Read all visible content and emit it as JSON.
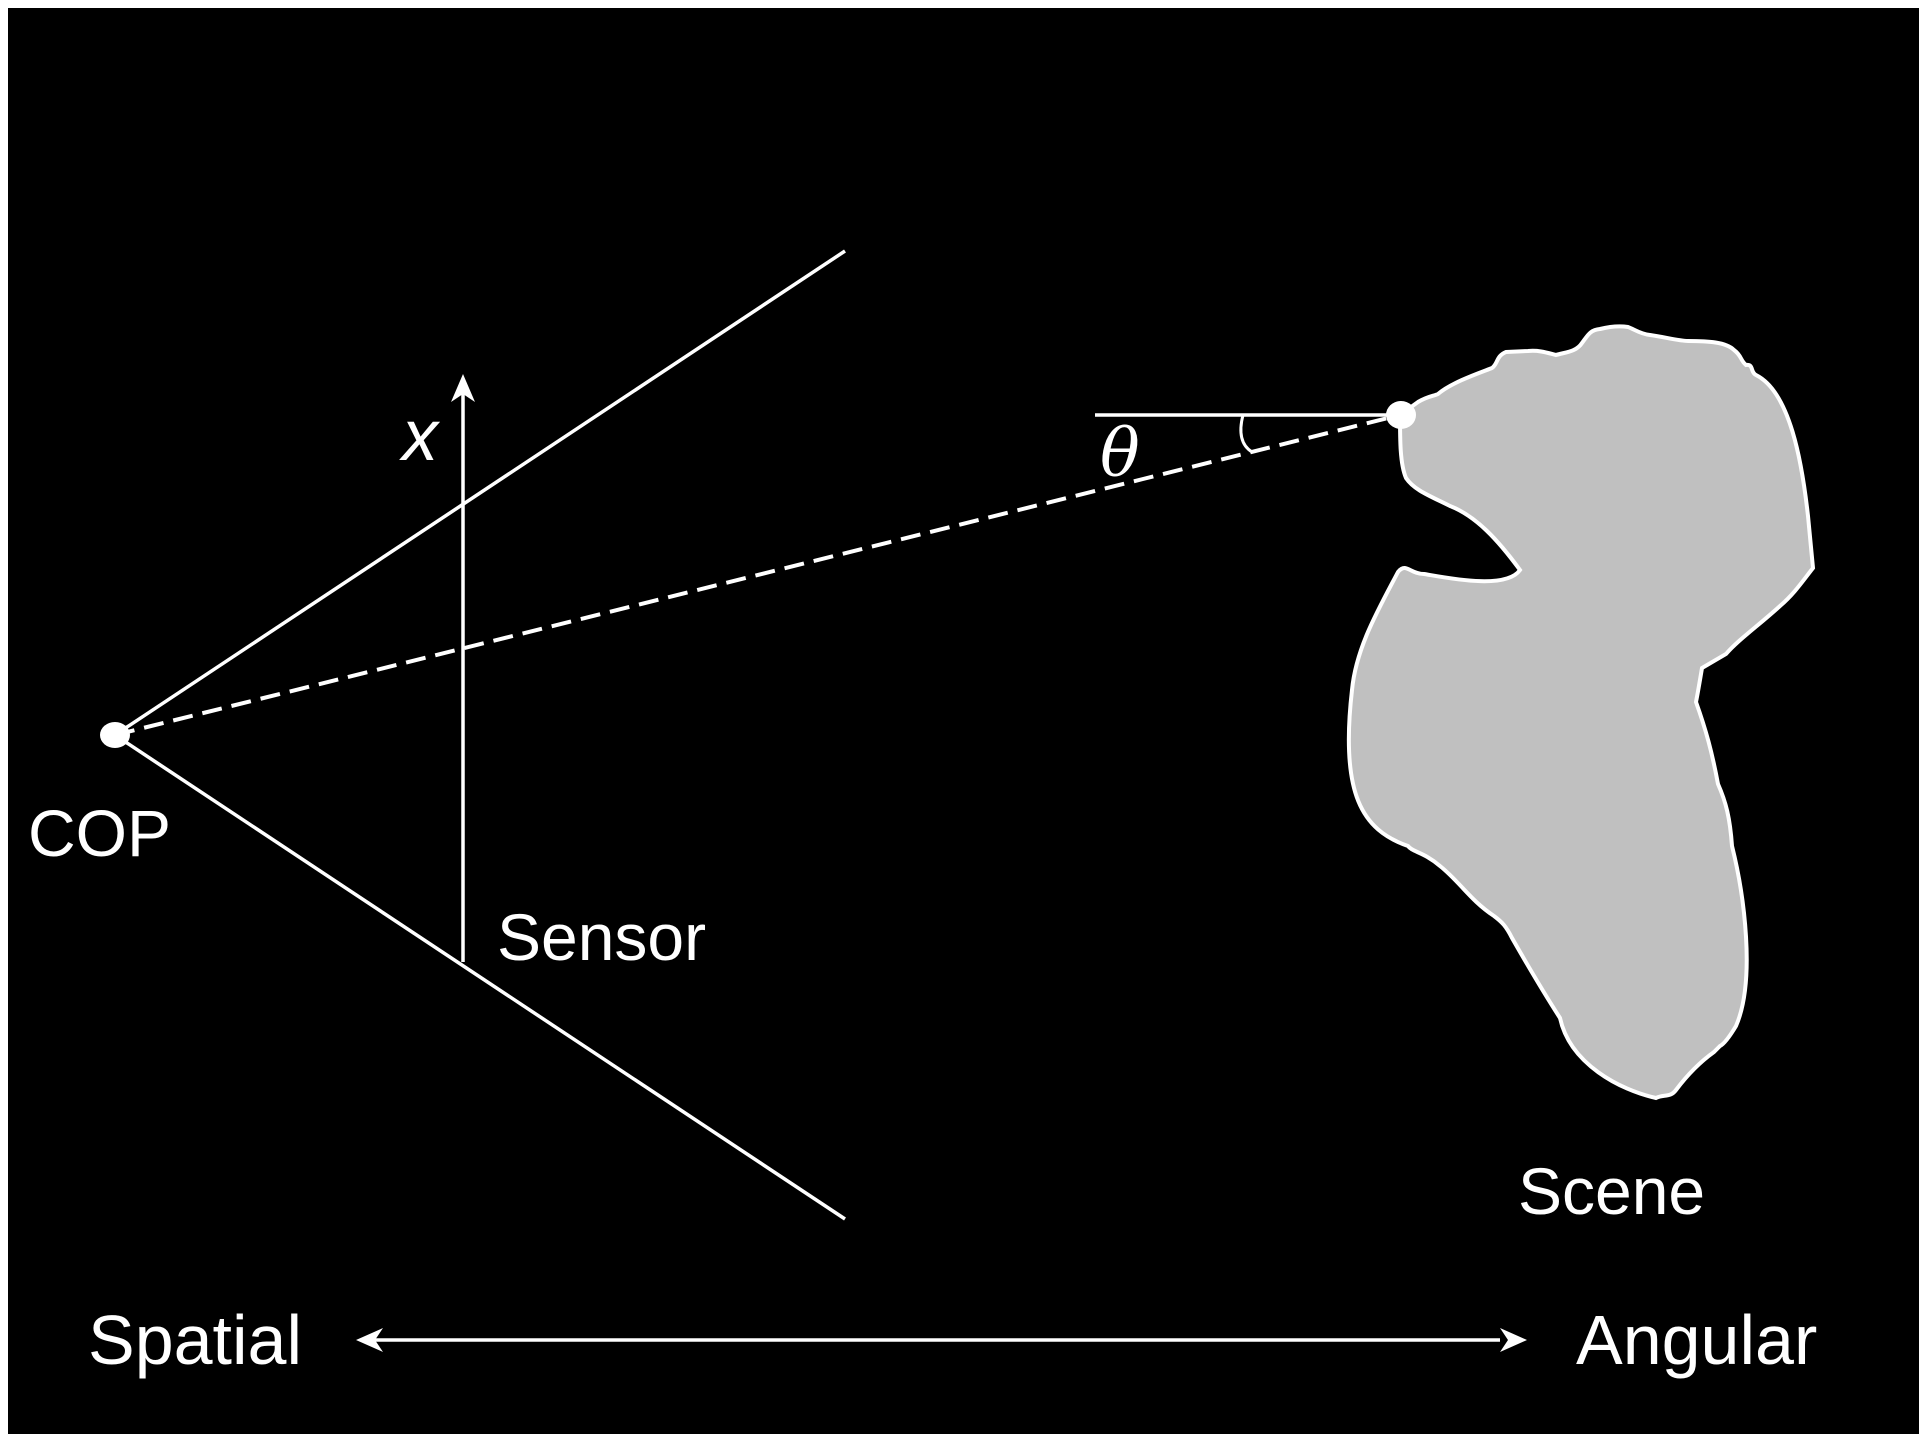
{
  "colors": {
    "background": "#000000",
    "frame": "#ffffff",
    "lines": "#ffffff",
    "scene_fill": "#c0c0c0",
    "scene_stroke": "#ffffff",
    "text": "#ffffff"
  },
  "labels": {
    "cop": "COP",
    "sensor": "Sensor",
    "x_axis": "x",
    "theta": "θ",
    "scene": "Scene",
    "spatial": "Spatial",
    "angular": "Angular"
  },
  "icons": {
    "x_axis_arrow": "arrow-up-icon",
    "spectrum_arrow": "double-arrow-icon"
  }
}
